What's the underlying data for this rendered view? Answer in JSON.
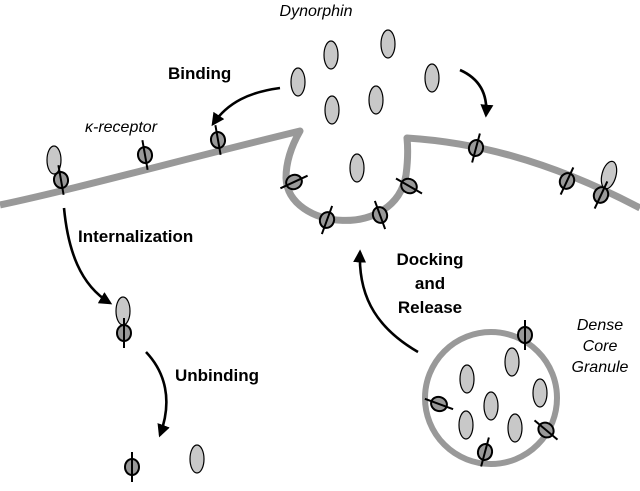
{
  "labels": {
    "dynorphin": "Dynorphin",
    "binding": "Binding",
    "receptor": "κ-receptor",
    "internalization": "Internalization",
    "unbinding": "Unbinding",
    "docking_line1": "Docking",
    "docking_line2": "and",
    "docking_line3": "Release",
    "granule_line1": "Dense",
    "granule_line2": "Core",
    "granule_line3": "Granule"
  },
  "colors": {
    "membrane": "#999999",
    "peptide_fill": "#c8c8c8",
    "ink": "#000000"
  }
}
